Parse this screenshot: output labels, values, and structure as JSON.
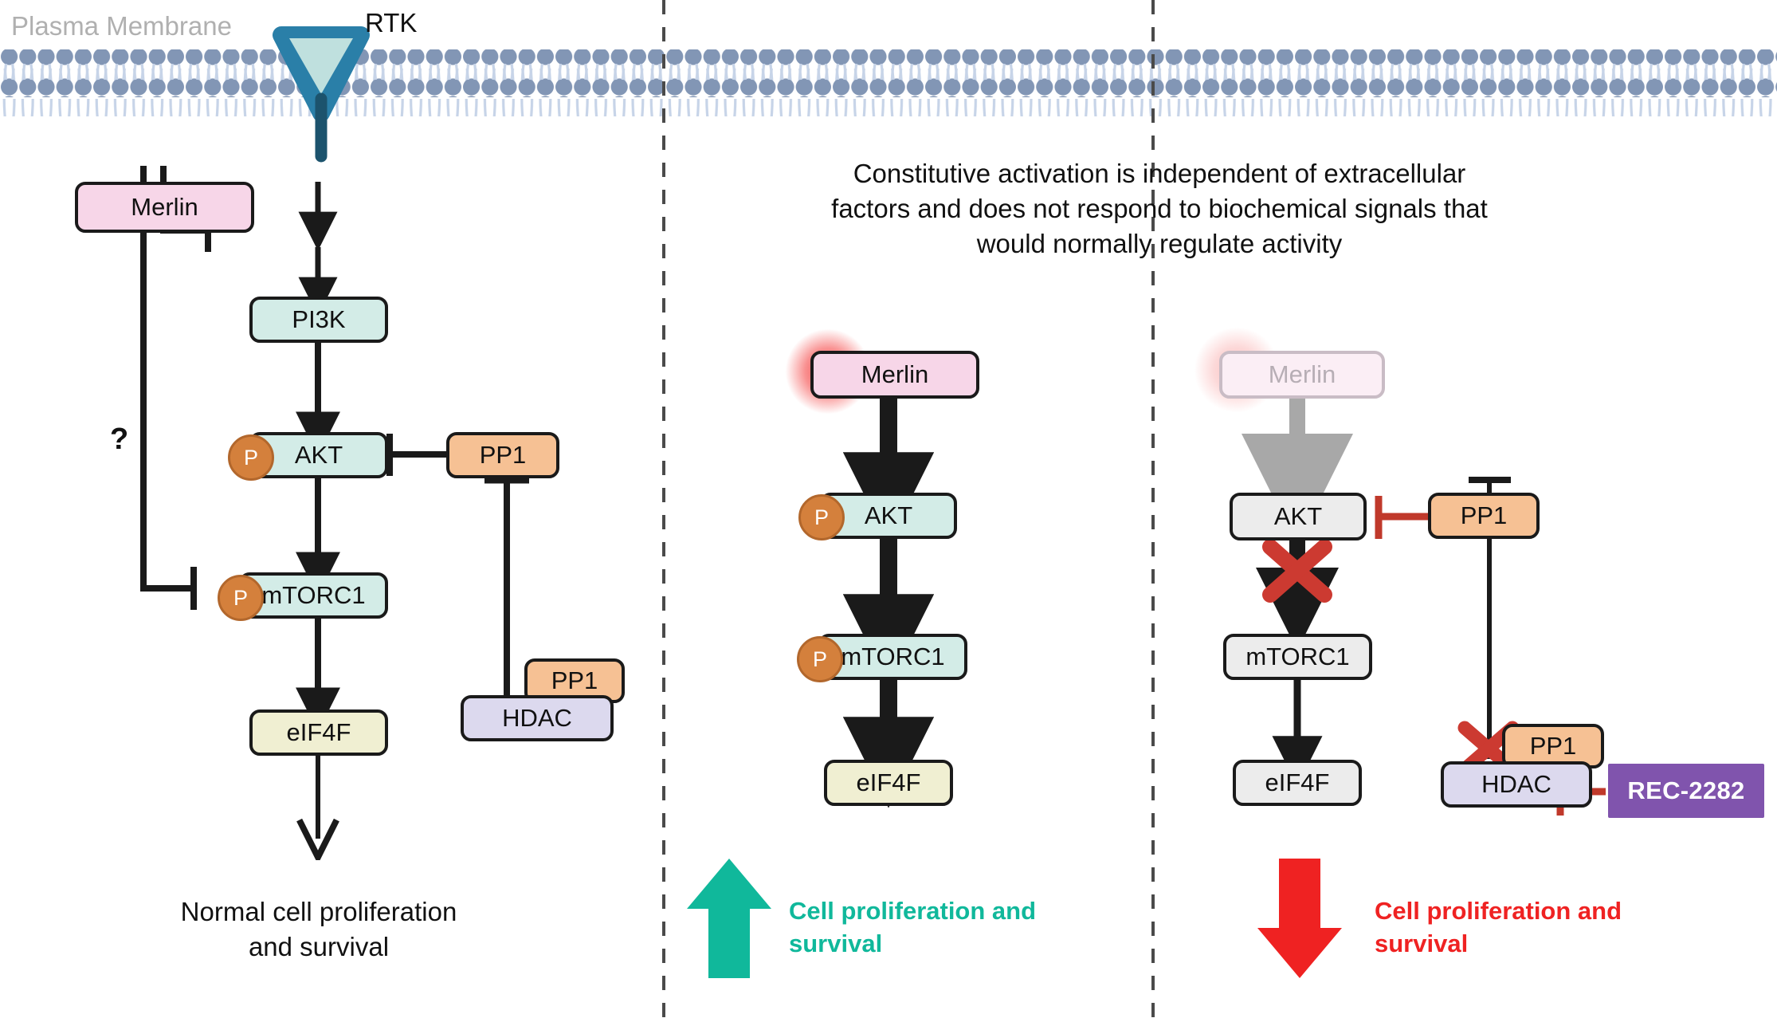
{
  "figure": {
    "membrane_label": "Plasma Membrane",
    "rtk_label": "RTK",
    "question_mark": "?"
  },
  "panels": {
    "left": {
      "nodes": {
        "merlin": "Merlin",
        "pi3k": "PI3K",
        "akt": "AKT",
        "mtorc1": "mTORC1",
        "eif4f": "eIF4F",
        "pp1_top": "PP1",
        "pp1_bottom": "PP1",
        "hdac": "HDAC"
      },
      "phospho_badge": "P",
      "outcome_line1": "Normal cell proliferation",
      "outcome_line2": "and survival"
    },
    "middle": {
      "note_line1": "Constitutive activation is independent of extracellular",
      "note_line2": "factors and does not respond to biochemical signals that",
      "note_line3": "would normally regulate activity",
      "nodes": {
        "merlin": "Merlin",
        "akt": "AKT",
        "mtorc1": "mTORC1",
        "eif4f": "eIF4F"
      },
      "phospho_badge": "P",
      "outcome_line1": "Cell proliferation and",
      "outcome_line2": "survival",
      "outcome_direction": "up"
    },
    "right": {
      "nodes": {
        "merlin": "Merlin",
        "akt": "AKT",
        "mtorc1": "mTORC1",
        "eif4f": "eIF4F",
        "pp1_top": "PP1",
        "pp1_bottom": "PP1",
        "hdac": "HDAC",
        "drug": "REC-2282"
      },
      "outcome_line1": "Cell proliferation and",
      "outcome_line2": "survival",
      "outcome_direction": "down"
    }
  },
  "colors": {
    "teal_node": "#d3ece7",
    "pink_node": "#f7d6e8",
    "orange_node": "#f6c194",
    "lavender_node": "#dcd9ee",
    "cream_node": "#f0efd2",
    "gray_node": "#ececec",
    "drug_purple": "#8054ad",
    "inhibit_red": "#c0392b",
    "cross_red": "#cc3a31",
    "up_arrow_teal": "#10b89b",
    "down_arrow_red": "#ef2222",
    "membrane_head": "#8296b5",
    "rtk_stem": "#1c536d",
    "glow_red": "#f43838"
  }
}
